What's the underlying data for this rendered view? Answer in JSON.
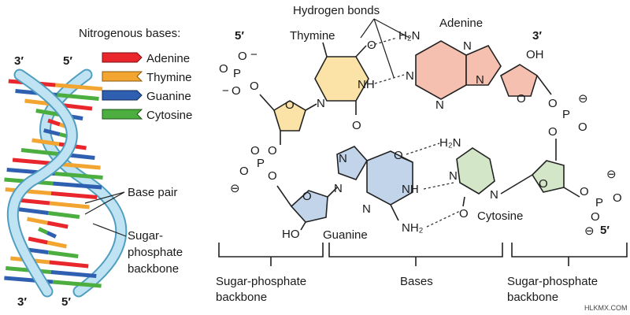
{
  "helix": {
    "end_top_left": "3′",
    "end_top_right": "5′",
    "end_bottom_left": "3′",
    "end_bottom_right": "5′",
    "legend_title": "Nitrogenous bases:",
    "legend": [
      {
        "label": "Adenine",
        "color": "#e8262b"
      },
      {
        "label": "Thymine",
        "color": "#f2a530"
      },
      {
        "label": "Guanine",
        "color": "#2f5fb0"
      },
      {
        "label": "Cytosine",
        "color": "#4cae3f"
      }
    ],
    "base_pair_label": "Base pair",
    "backbone_label_lines": [
      "Sugar-",
      "phosphate",
      "backbone"
    ]
  },
  "molecule": {
    "hydrogen_bonds_label": "Hydrogen bonds",
    "thymine": "Thymine",
    "adenine": "Adenine",
    "guanine": "Guanine",
    "cytosine": "Cytosine",
    "five_prime_top": "5′",
    "three_prime_top": "3′",
    "five_prime_bottom": "5′",
    "atoms": {
      "O": "O",
      "N": "N",
      "H": "H",
      "P": "P",
      "NH": "NH",
      "N-H": "N",
      "H2N": "H₂N",
      "NH2": "NH₂",
      "OH": "OH",
      "HO": "HO",
      "minus": "−",
      "ominus": "⊖"
    },
    "colors": {
      "thymine": "#fbe2a6",
      "adenine": "#f6c0b0",
      "guanine": "#c1d4ea",
      "cytosine": "#d3e6c7",
      "sugar_left": "#fbe2a6",
      "sugar_top_right": "#f6c0b0",
      "sugar_bottom_left": "#c1d4ea",
      "sugar_bottom_right": "#d3e6c7"
    }
  },
  "brackets": {
    "left_lines": [
      "Sugar-phosphate",
      "backbone"
    ],
    "middle": "Bases",
    "right_lines": [
      "Sugar-phosphate",
      "backbone"
    ]
  },
  "watermark": "HLKMX.COM"
}
